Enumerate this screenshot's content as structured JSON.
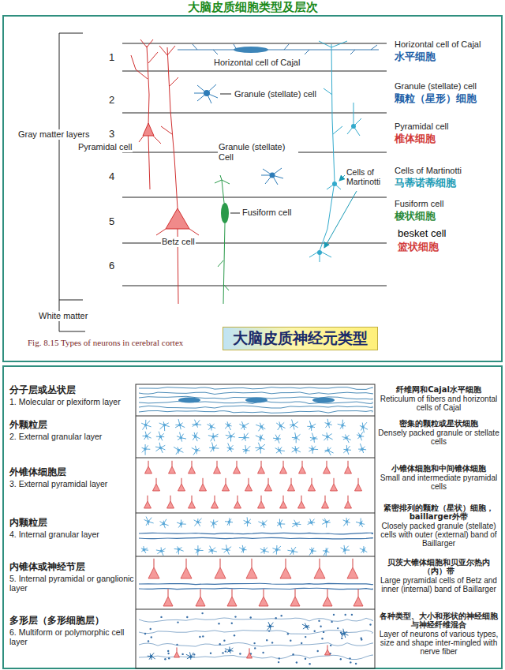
{
  "diagram": {
    "title": "大脑皮质细胞类型及层次",
    "caption": "Fig. 8.15 Types of neurons in cerebral cortex",
    "nodes": [
      {
        "text": [
          "大脑皮质神经元类型"
        ]
      }
    ],
    "labels": [
      "1",
      "2",
      "3",
      "4",
      "5",
      "6",
      "Gray matter layers",
      "White matter",
      "Horizontal cell of Cajal",
      "Granule (stellate) cell",
      "Pyramidal cell",
      "Granule (stellate) Cell",
      "Cells of Martinotti",
      "Betz cell",
      "Fusiform cell",
      "Horizontal cell of Cajal",
      "水平细胞",
      "Granule (stellate) cell",
      "颗粒（星形）细胞",
      "Pyramidal cell",
      "椎体细胞",
      "Cells of Martinotti",
      "马蒂诺蒂细胞",
      "Fusiform cell",
      "梭状细胞",
      "besket cell",
      "篮状细胞",
      "分子层或丛状层",
      "1. Molecular or plexiform layer",
      "外颗粒层",
      "2. External granular layer",
      "外锥体细胞层",
      "3. External pyramidal layer",
      "内颗粒层",
      "4. Internal granular layer",
      "内锥体或神经节层",
      "5. Internal pyramidal or ganglionic layer",
      "多形层（多形细胞层）",
      "6. Multiform or polymorphic cell layer",
      "纤维网和Cajal水平细胞",
      "Reticulum of fibers and horizontal cells of Cajal",
      "密集的颗粒或星状细胞",
      "Densely packed granule or stellate cells",
      "小锥体细胞和中间锥体细胞",
      "Small and intermediate pyramidal cells",
      "紧密排列的颗粒（星状）细胞，baillarger外带",
      "Closely packed granule (stellate) cells with outer (external) band of Baillarger",
      "贝茨大锥体细胞和贝亚尔热内（内）带",
      "Large pyramidal cells of Betz and inner (internal) band of Baillarger",
      "各种类型、大小和形状的神经细胞与神经纤维混合",
      "Layer of neurons of various types, size and shape inter-mingled with nerve fiber"
    ]
  }
}
